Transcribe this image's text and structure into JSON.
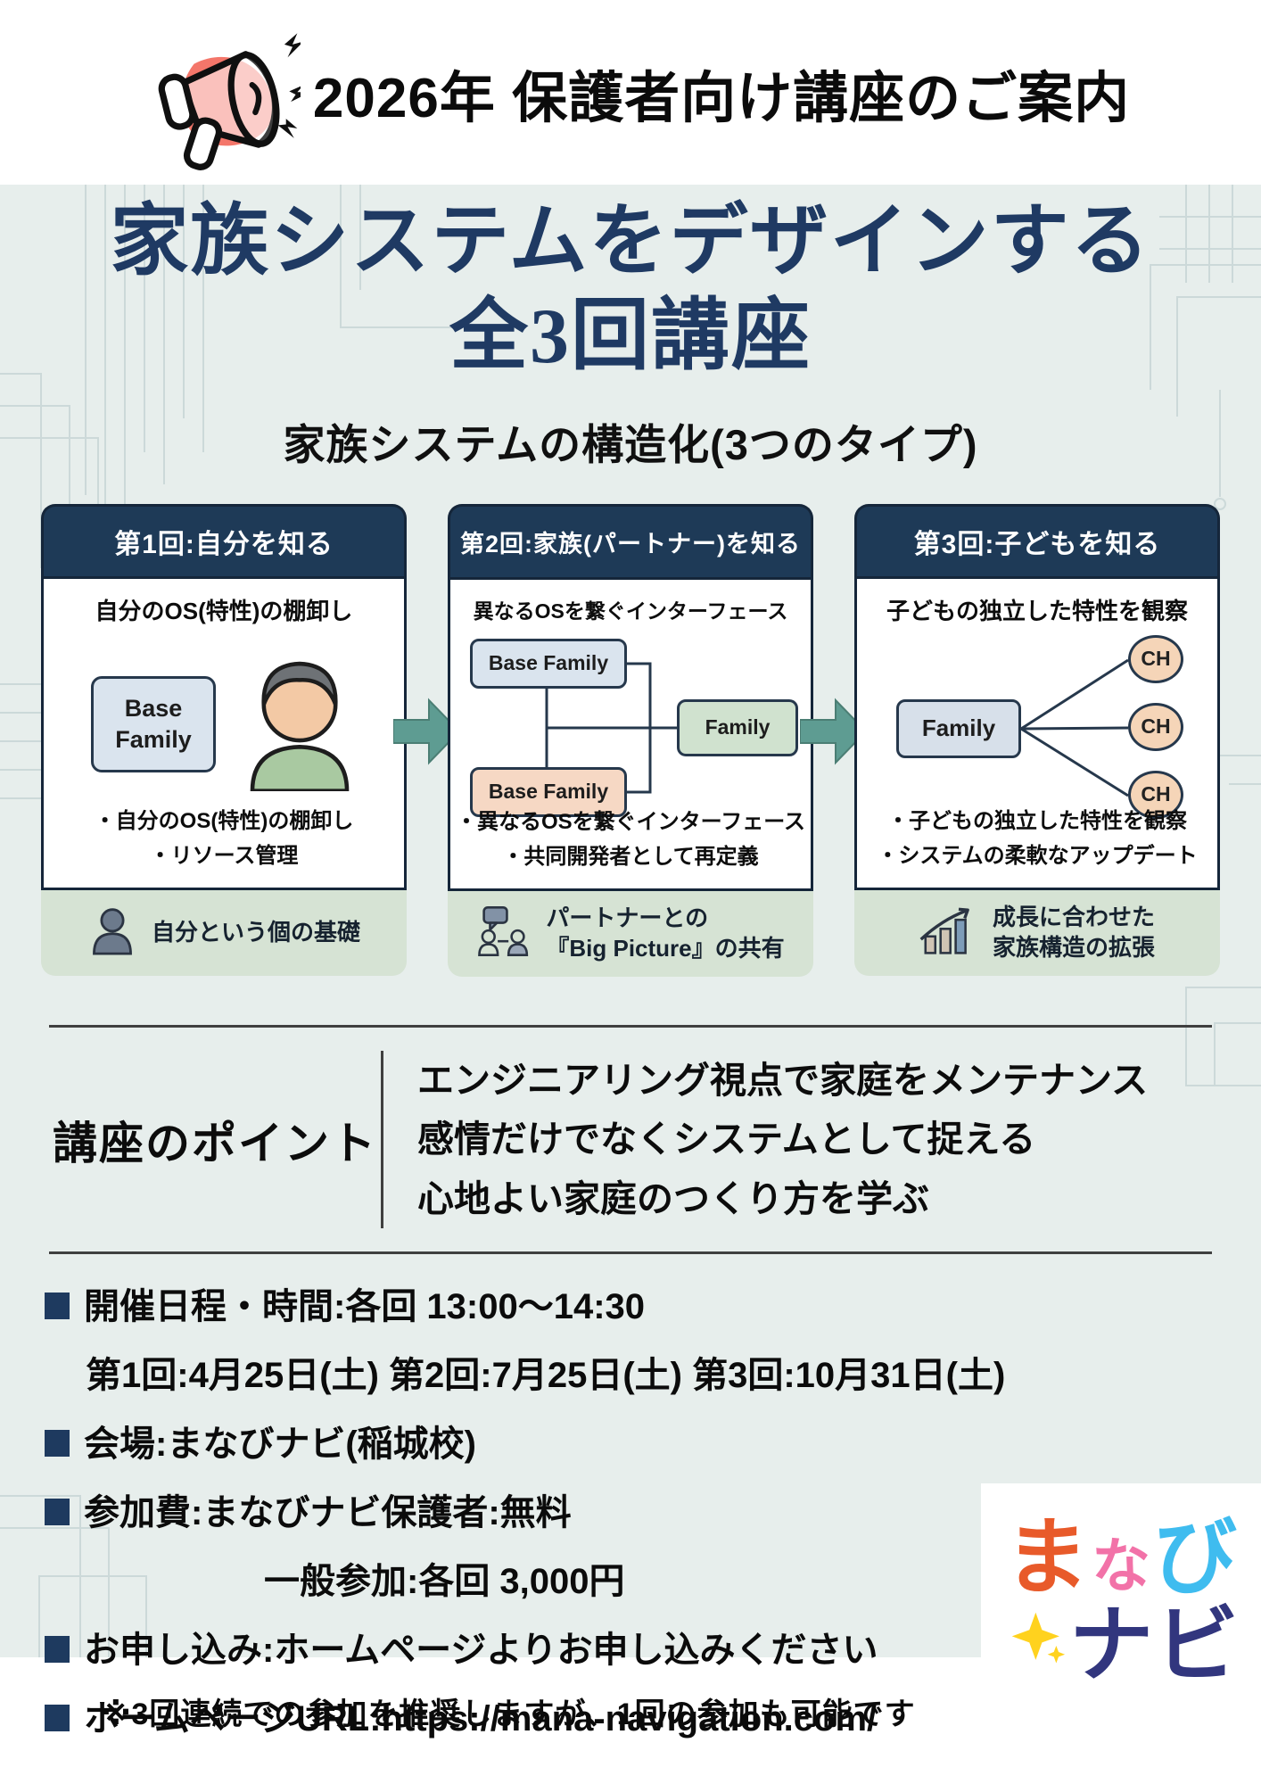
{
  "header": {
    "title": "2026年 保護者向け講座のご案内"
  },
  "hero": {
    "title_line1": "家族システムをデザインする",
    "title_line2": "全3回講座",
    "subtitle": "家族システムの構造化(3つのタイプ)"
  },
  "cards": [
    {
      "header": "第1回:自分を知る",
      "lead": "自分のOS(特性)の棚卸し",
      "diagram_box": "Base\nFamily",
      "bullets": [
        "・自分のOS(特性)の棚卸し",
        "・リソース管理"
      ],
      "footer_lines": [
        "自分という個の基礎"
      ],
      "footer_icon": "person-icon"
    },
    {
      "header": "第2回:家族(パートナー)を知る",
      "lead": "異なるOSを繋ぐインターフェース",
      "diagram": {
        "top": "Base Family",
        "bottom": "Base Family",
        "right": "Family"
      },
      "bullets": [
        "・異なるOSを繋ぐインターフェース",
        "・共同開発者として再定義"
      ],
      "footer_lines": [
        "パートナーとの",
        "『Big Picture』の共有"
      ],
      "footer_icon": "chat-people-icon"
    },
    {
      "header": "第3回:子どもを知る",
      "lead": "子どもの独立した特性を観察",
      "diagram": {
        "left": "Family",
        "child": "CH"
      },
      "bullets": [
        "・子どもの独立した特性を観察",
        "・システムの柔軟なアップデート"
      ],
      "footer_lines": [
        "成長に合わせた",
        "家族構造の拡張"
      ],
      "footer_icon": "growth-chart-icon"
    }
  ],
  "points": {
    "label": "講座のポイント",
    "lines": [
      "エンジニアリング視点で家庭をメンテナンス",
      "感情だけでなくシステムとして捉える",
      "心地よい家庭のつくり方を学ぶ"
    ]
  },
  "details": {
    "items": [
      "開催日程・時間:各回 13:00〜14:30",
      "第1回:4月25日(土)  第2回:7月25日(土)  第3回:10月31日(土)",
      "会場:まなびナビ(稲城校)",
      "参加費:まなびナビ保護者:無料",
      "一般参加:各回 3,000円",
      "お申し込み:ホームページよりお申し込みください",
      "ホームページURL:https://mana-navigation.com/"
    ]
  },
  "logo": {
    "ma": "ま",
    "na": "な",
    "bi": "び",
    "navi": "ナビ"
  },
  "footnote": {
    "text": "※3回連続での参加を推奨しますが、1回の参加も可能です"
  },
  "colors": {
    "content_bg": "#E7EEEC",
    "card_header_navy": "#1E3A57",
    "card_footer_green": "#D6E3D4",
    "arrow_teal": "#5E9C92",
    "megaphone_red": "#F4766A",
    "title_navy": "#1F3A63",
    "bullet_square_navy": "#1E3A5F",
    "box_blue": "#DAE4EE",
    "box_peach": "#F6D8C4",
    "box_green": "#D0E2CF",
    "ch_circle_peach": "#F5D5B8",
    "logo_ma": "#E85A2A",
    "logo_na": "#F272A8",
    "logo_bi": "#3FBCEF",
    "logo_star": "#FFD21E",
    "logo_navi": "#32367E"
  }
}
